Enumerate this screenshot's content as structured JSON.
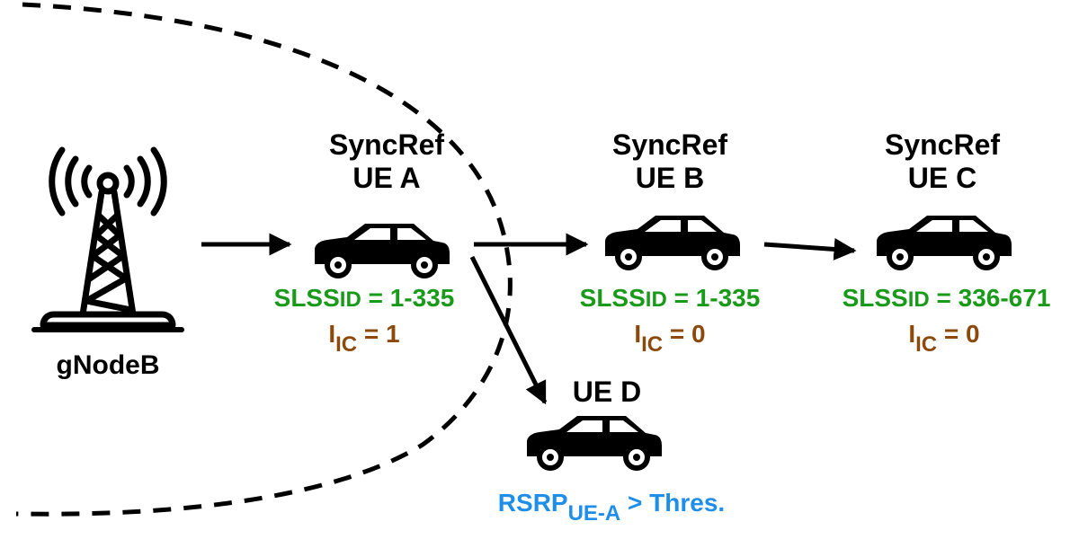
{
  "colors": {
    "line": "#000000",
    "slss": "#1a9a1a",
    "iic": "#8b4a0c",
    "rsrp": "#1e8ee8"
  },
  "icons": {
    "base_station": "cell-tower-icon",
    "vehicle": "car-icon"
  },
  "nodes": {
    "gnodeb": {
      "label": "gNodeB"
    },
    "ue_a": {
      "line1": "SyncRef",
      "line2": "UE A",
      "slss_prefix": "SLSS",
      "slss_id": "ID",
      "slss_value": " = 1-335",
      "iic_prefix": "I",
      "iic_sub": "IC",
      "iic_value": " = 1"
    },
    "ue_b": {
      "line1": "SyncRef",
      "line2": "UE B",
      "slss_prefix": "SLSS",
      "slss_id": "ID",
      "slss_value": " = 1-335",
      "iic_prefix": "I",
      "iic_sub": "IC",
      "iic_value": " = 0"
    },
    "ue_c": {
      "line1": "SyncRef",
      "line2": "UE C",
      "slss_prefix": "SLSS",
      "slss_id": "ID",
      "slss_value": " = 336-671",
      "iic_prefix": "I",
      "iic_sub": "IC",
      "iic_value": " = 0"
    },
    "ue_d": {
      "label": "UE D",
      "rsrp_prefix": "RSRP",
      "rsrp_sub": "UE-A",
      "rsrp_value": " > Thres."
    }
  }
}
